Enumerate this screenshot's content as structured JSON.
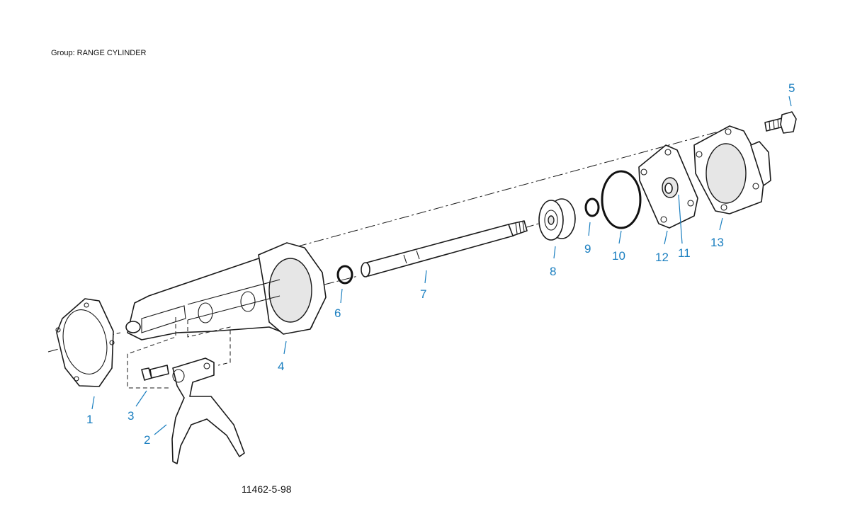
{
  "group_title": "Group: RANGE CYLINDER",
  "figure_id": "11462-5-98",
  "callout_color": "#1b7fc0",
  "callouts": [
    "1",
    "2",
    "3",
    "4",
    "5",
    "6",
    "7",
    "8",
    "9",
    "10",
    "11",
    "12",
    "13"
  ]
}
